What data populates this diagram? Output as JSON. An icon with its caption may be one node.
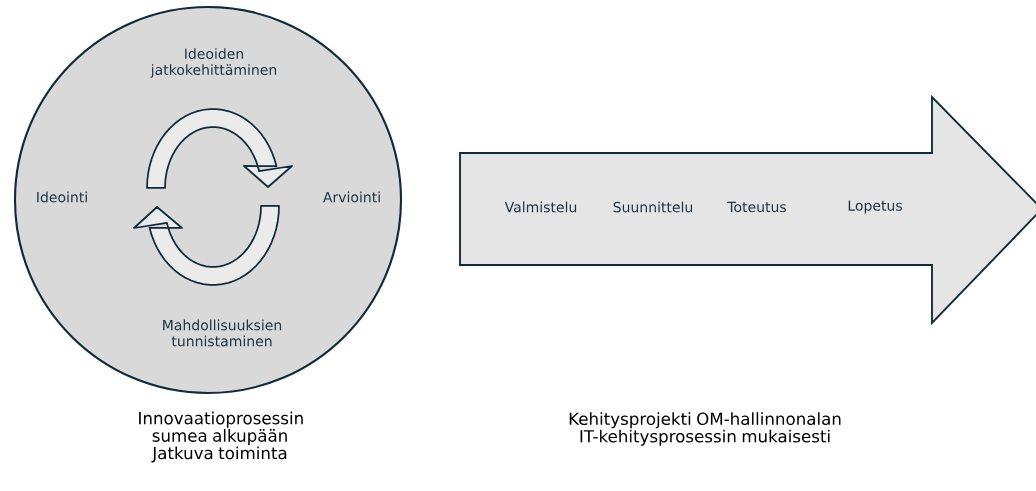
{
  "diagram": {
    "nodes": [
      {
        "text": [
          "Ideoiden jatkokehittäminen",
          "Ideointi",
          "Arviointi",
          "Mahdollisuuksien tunnistaminen"
        ]
      },
      {
        "text": [
          "Valmistelu",
          "Suunnittelu",
          "Toteutus",
          "Lopetus"
        ]
      }
    ],
    "labels": [
      "Innovaatioprosessin sumea alkupään Jatkuva toiminta",
      "Kehitysprojekti OM-hallinnonalan IT-kehitysprosessin mukaisesti"
    ]
  }
}
